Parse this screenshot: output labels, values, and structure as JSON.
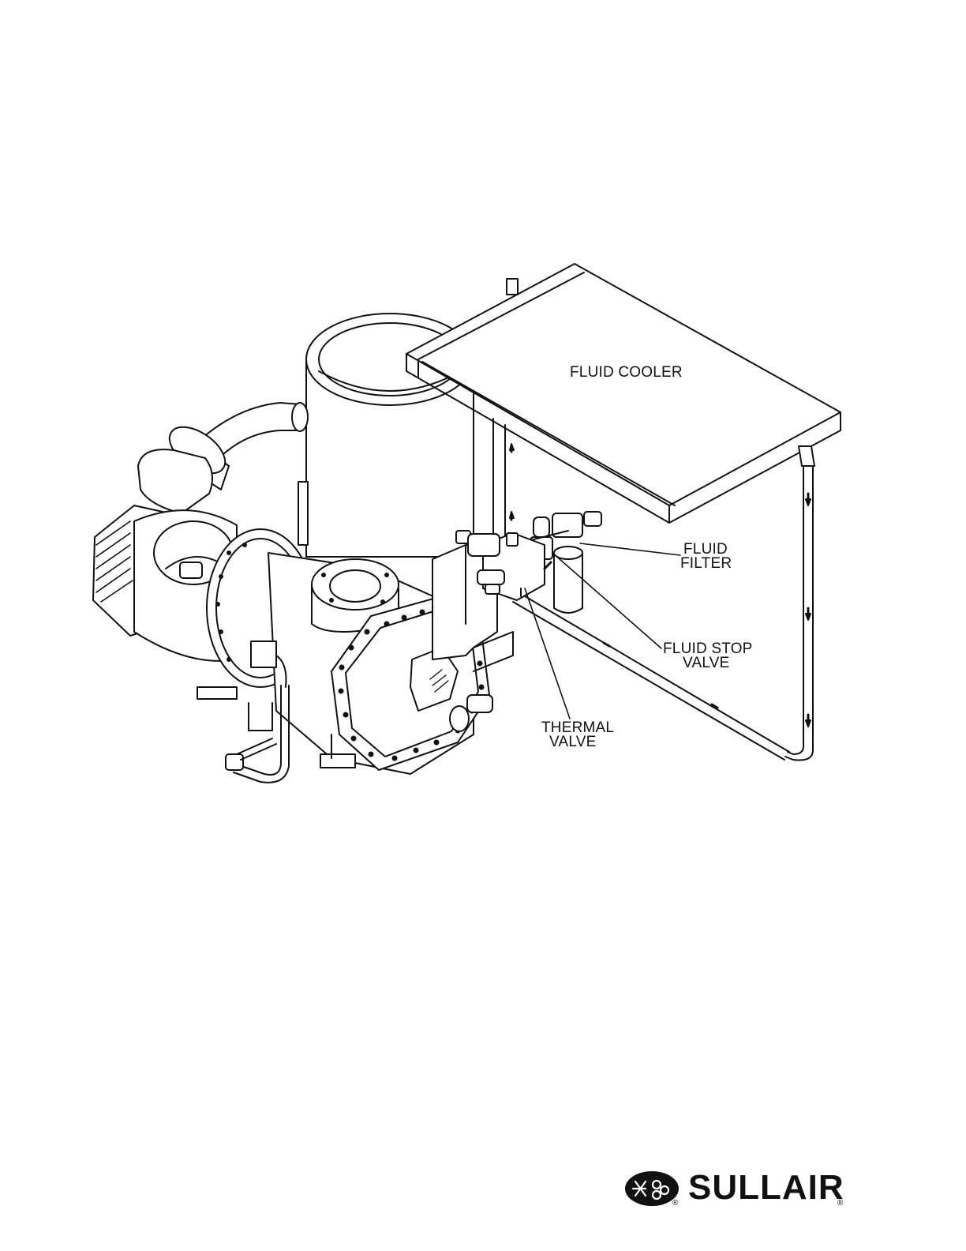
{
  "diagram": {
    "labels": {
      "fluid_cooler": "FLUID COOLER",
      "fluid_filter_line1": "FLUID",
      "fluid_filter_line2": "FILTER",
      "fluid_stop_valve_line1": "FLUID STOP",
      "fluid_stop_valve_line2": "VALVE",
      "thermal_valve_line1": "THERMAL",
      "thermal_valve_line2": "VALVE"
    }
  },
  "brand": {
    "name": "SULLAIR",
    "registered_mark": "®"
  },
  "colors": {
    "line": "#111111",
    "background": "#ffffff"
  }
}
